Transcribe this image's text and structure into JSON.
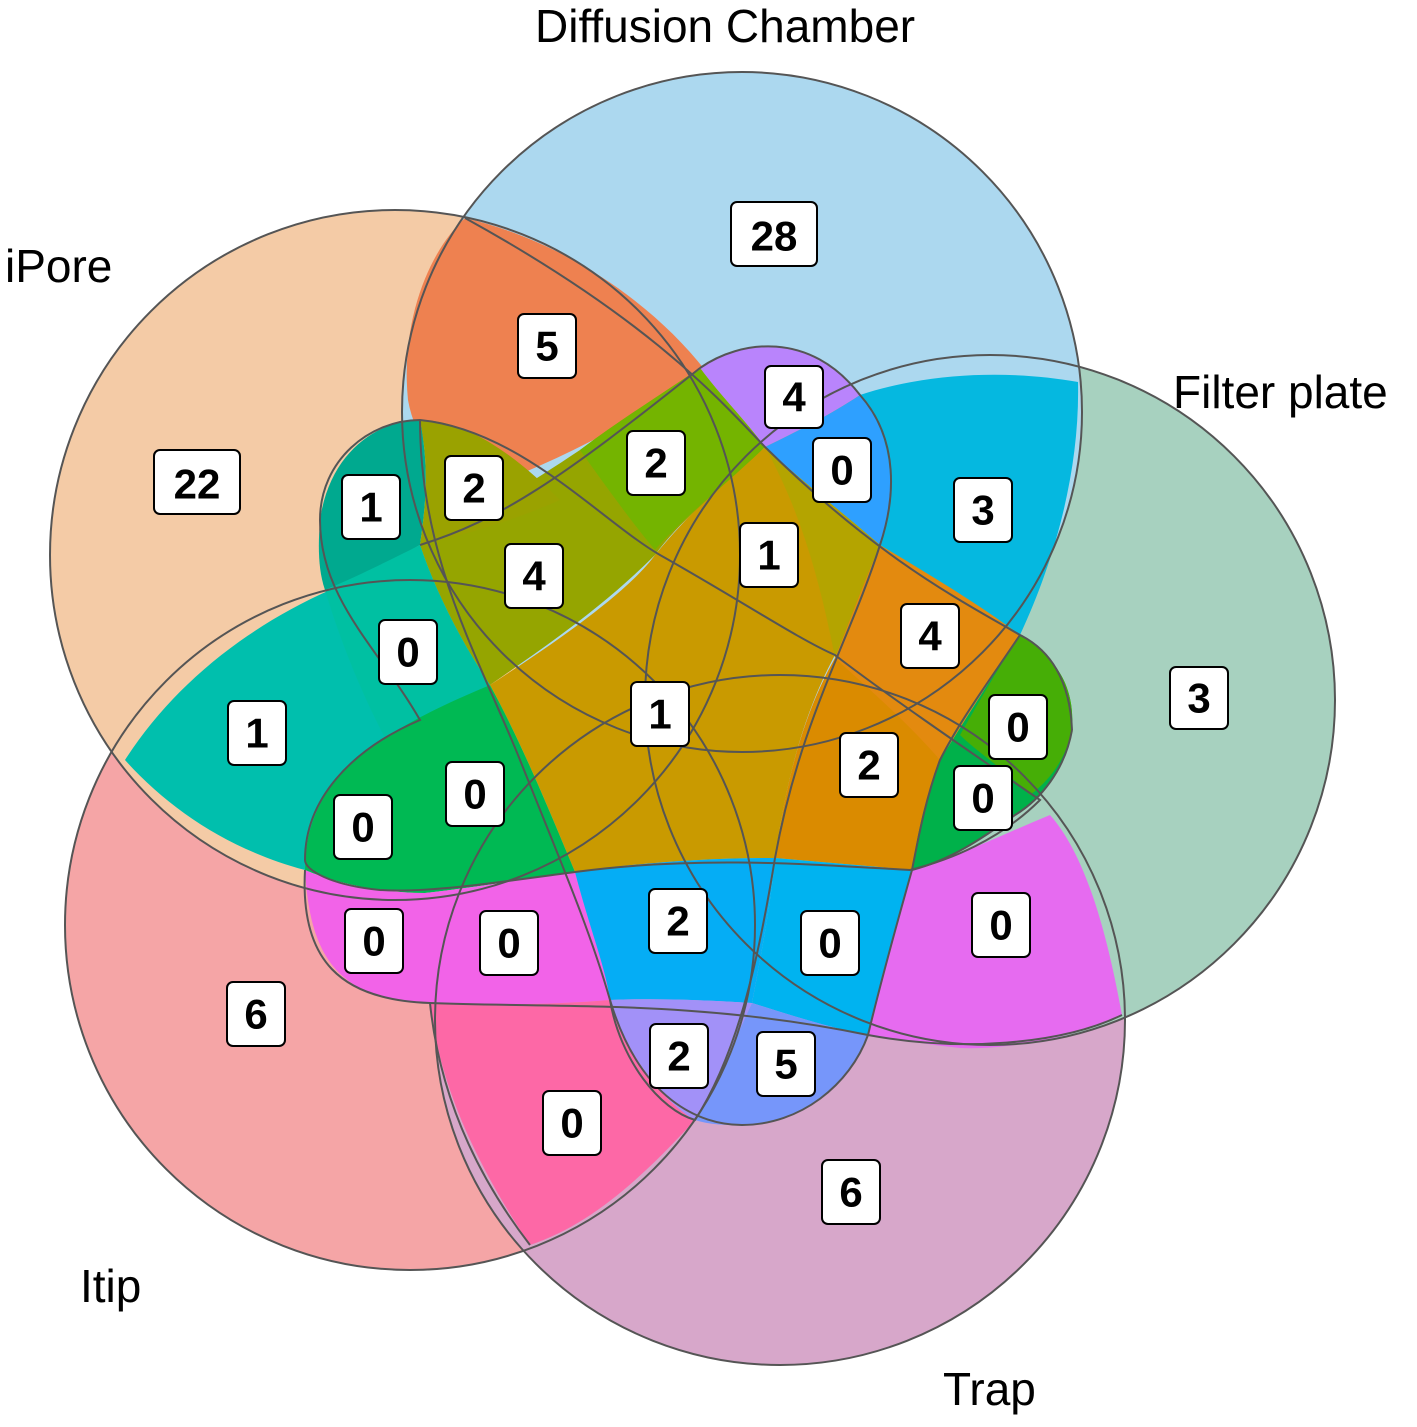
{
  "sets": [
    {
      "name": "Diffusion Chamber",
      "color": "#acd8ef"
    },
    {
      "name": "iPore",
      "color": "#f4cba6"
    },
    {
      "name": "Filter plate",
      "color": "#a7d1bf"
    },
    {
      "name": "Itip",
      "color": "#f5a5a6"
    },
    {
      "name": "Trap",
      "color": "#d7a7ca"
    }
  ],
  "regions": [
    {
      "sets": [
        "Diffusion Chamber"
      ],
      "count": "28"
    },
    {
      "sets": [
        "iPore"
      ],
      "count": "22"
    },
    {
      "sets": [
        "Filter plate"
      ],
      "count": "3"
    },
    {
      "sets": [
        "Itip"
      ],
      "count": "6"
    },
    {
      "sets": [
        "Trap"
      ],
      "count": "6"
    },
    {
      "sets": [
        "iPore",
        "Diffusion Chamber"
      ],
      "count": "5"
    },
    {
      "region": "r-4a",
      "count": "4"
    },
    {
      "region": "r-0a",
      "count": "0"
    },
    {
      "region": "r-3",
      "count": "3"
    },
    {
      "region": "r-2a",
      "count": "2"
    },
    {
      "region": "r-1a",
      "count": "1"
    },
    {
      "region": "r-2b",
      "count": "2"
    },
    {
      "region": "r-1b",
      "count": "1"
    },
    {
      "region": "r-4b",
      "count": "4"
    },
    {
      "region": "r-4c",
      "count": "4"
    },
    {
      "region": "r-0b",
      "count": "0"
    },
    {
      "region": "r-1c",
      "count": "1"
    },
    {
      "region": "r-1d",
      "count": "1"
    },
    {
      "region": "r-0c",
      "count": "0"
    },
    {
      "region": "r-2c",
      "count": "2"
    },
    {
      "region": "r-0d",
      "count": "0"
    },
    {
      "region": "r-0e",
      "count": "0"
    },
    {
      "region": "r-0f",
      "count": "0"
    },
    {
      "region": "r-0g",
      "count": "0"
    },
    {
      "region": "r-0h",
      "count": "0"
    },
    {
      "region": "r-2d",
      "count": "2"
    },
    {
      "region": "r-0i",
      "count": "0"
    },
    {
      "region": "r-0j",
      "count": "0"
    },
    {
      "region": "r-2e",
      "count": "2"
    },
    {
      "region": "r-5b",
      "count": "5"
    },
    {
      "region": "r-0k",
      "count": "0"
    }
  ]
}
